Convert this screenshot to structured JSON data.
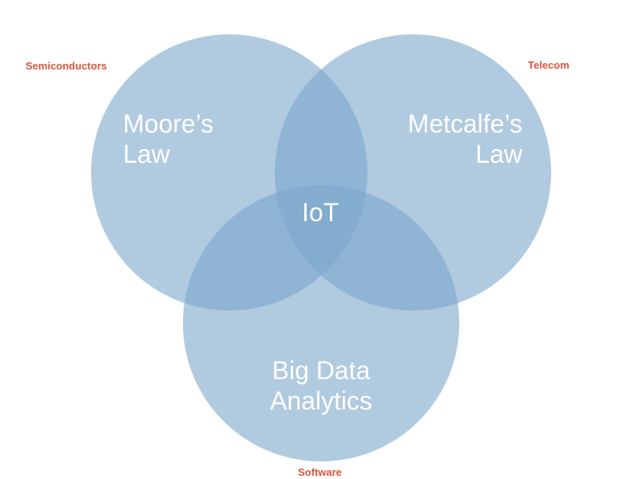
{
  "colors": {
    "circle_fill": "#7ba7cb",
    "circle_opacity": "0.6",
    "label_text": "#ffffff",
    "domain_text": "#d9553f"
  },
  "circles": {
    "moore": {
      "line1": "Moore’s",
      "line2": "Law",
      "domain": "Semiconductors"
    },
    "metcalfe": {
      "line1": "Metcalfe’s",
      "line2": "Law",
      "domain": "Telecom"
    },
    "bigdata": {
      "line1": "Big Data",
      "line2": "Analytics",
      "domain": "Software"
    }
  },
  "center": {
    "label": "IoT"
  }
}
